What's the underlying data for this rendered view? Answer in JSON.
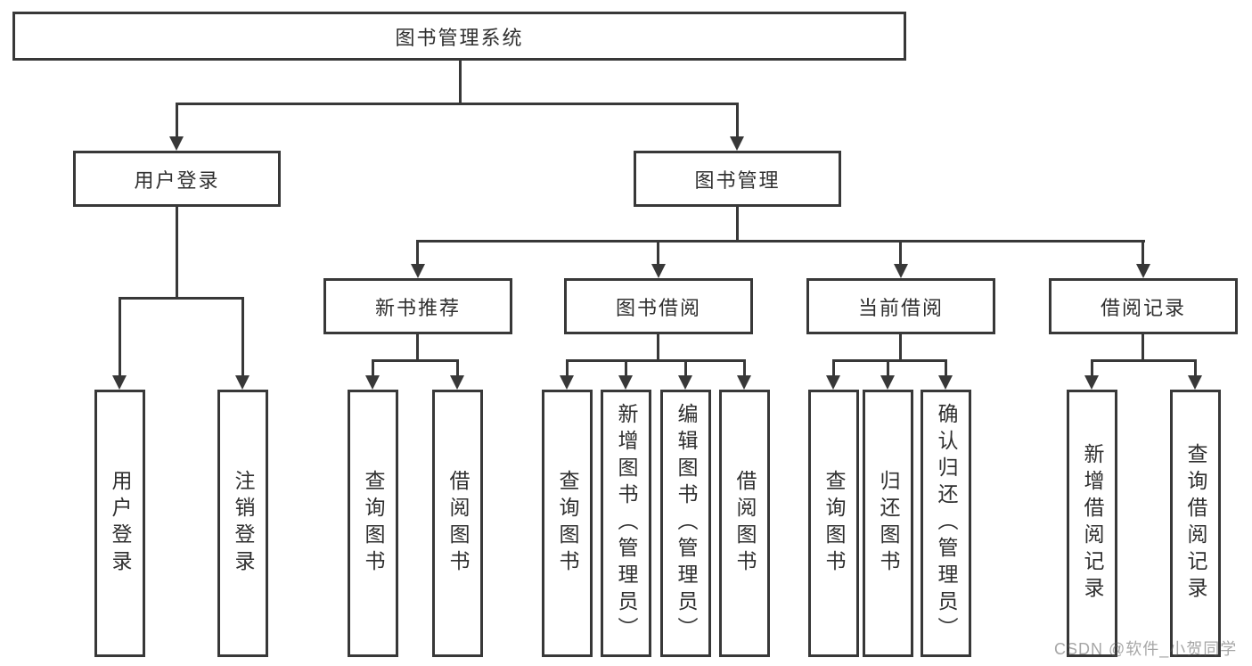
{
  "tree": {
    "root": {
      "label": "图书管理系统"
    },
    "branches": [
      {
        "label": "用户登录",
        "children": [
          {
            "label": "用户登录"
          },
          {
            "label": "注销登录"
          }
        ]
      },
      {
        "label": "图书管理",
        "children": [
          {
            "label": "新书推荐",
            "children": [
              {
                "label": "查询图书"
              },
              {
                "label": "借阅图书"
              }
            ]
          },
          {
            "label": "图书借阅",
            "children": [
              {
                "label": "查询图书"
              },
              {
                "label": "新增图书（管理员）"
              },
              {
                "label": "编辑图书（管理员）"
              },
              {
                "label": "借阅图书"
              }
            ]
          },
          {
            "label": "当前借阅",
            "children": [
              {
                "label": "查询图书"
              },
              {
                "label": "归还图书"
              },
              {
                "label": "确认归还（管理员）"
              }
            ]
          },
          {
            "label": "借阅记录",
            "children": [
              {
                "label": "新增借阅记录"
              },
              {
                "label": "查询借阅记录"
              }
            ]
          }
        ]
      }
    ]
  },
  "watermark": {
    "text": "CSDN @软件_小贺同学",
    "color": "rgba(92,92,92,0.55)"
  },
  "colors": {
    "line": "#383838",
    "text": "#2f2f2f",
    "background": "#ffffff"
  }
}
